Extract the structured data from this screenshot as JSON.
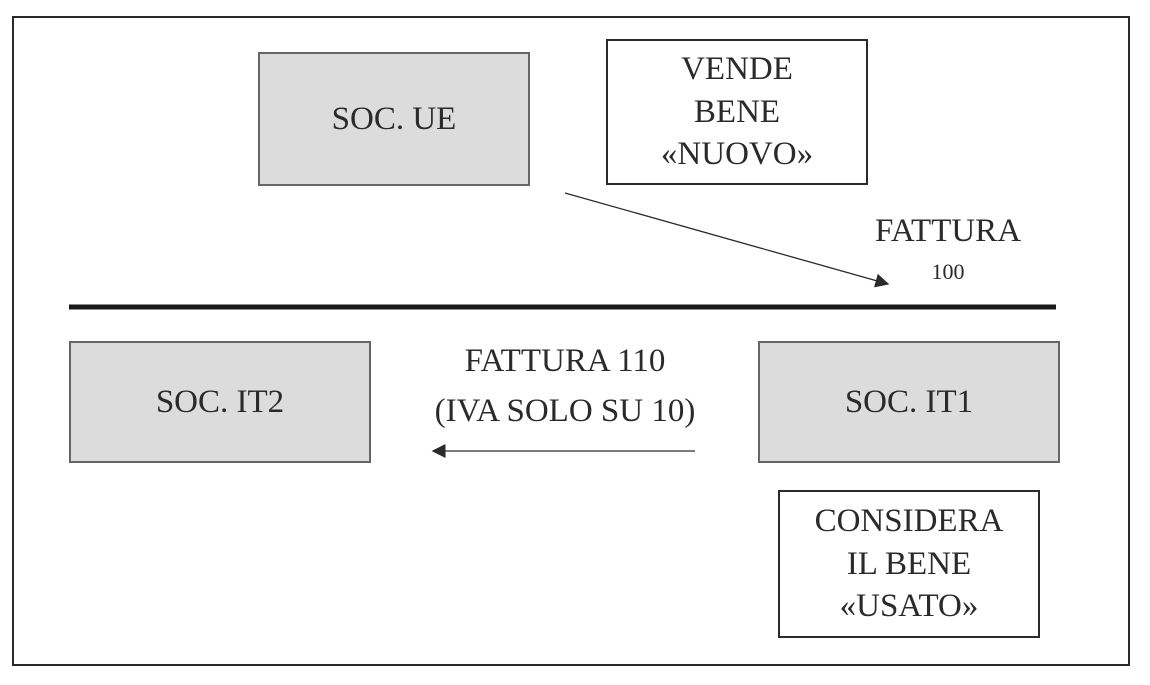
{
  "entities": {
    "soc_ue": "SOC. UE",
    "soc_it1": "SOC. IT1",
    "soc_it2": "SOC. IT2"
  },
  "notes": {
    "vende": [
      "VENDE",
      "BENE",
      "«NUOVO»"
    ],
    "considera": [
      "CONSIDERA",
      "IL BENE",
      "«USATO»"
    ]
  },
  "invoices": {
    "first": {
      "title": "FATTURA",
      "amount": "100"
    },
    "second": {
      "line1": "FATTURA 110",
      "line2": "(IVA SOLO SU 10)"
    }
  }
}
